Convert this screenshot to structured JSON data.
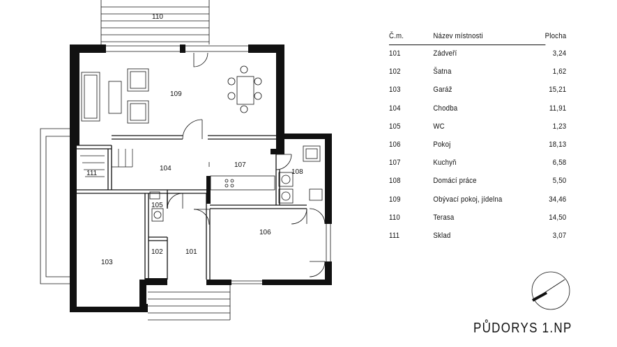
{
  "plan": {
    "room_labels": {
      "r110": "110",
      "r109": "109",
      "r104": "104",
      "r107": "107",
      "r108": "108",
      "r111": "111",
      "r105": "105",
      "r106": "106",
      "r103": "103",
      "r102": "102",
      "r101": "101"
    }
  },
  "legend": {
    "header": {
      "num": "Č.m.",
      "name": "Název místnosti",
      "area": "Plocha"
    },
    "rows": [
      {
        "num": "101",
        "name": "Zádveří",
        "area": "3,24"
      },
      {
        "num": "102",
        "name": "Šatna",
        "area": "1,62"
      },
      {
        "num": "103",
        "name": "Garáž",
        "area": "15,21"
      },
      {
        "num": "104",
        "name": "Chodba",
        "area": "11,91"
      },
      {
        "num": "105",
        "name": "WC",
        "area": "1,23"
      },
      {
        "num": "106",
        "name": "Pokoj",
        "area": "18,13"
      },
      {
        "num": "107",
        "name": "Kuchyň",
        "area": "6,58"
      },
      {
        "num": "108",
        "name": "Domácí práce",
        "area": "5,50"
      },
      {
        "num": "109",
        "name": "Obývací pokoj, jídelna",
        "area": "34,46"
      },
      {
        "num": "110",
        "name": "Terasa",
        "area": "14,50"
      },
      {
        "num": "111",
        "name": "Sklad",
        "area": "3,07"
      }
    ]
  },
  "title": "PŮDORYS 1.NP",
  "colors": {
    "line": "#111111",
    "background": "#ffffff"
  }
}
